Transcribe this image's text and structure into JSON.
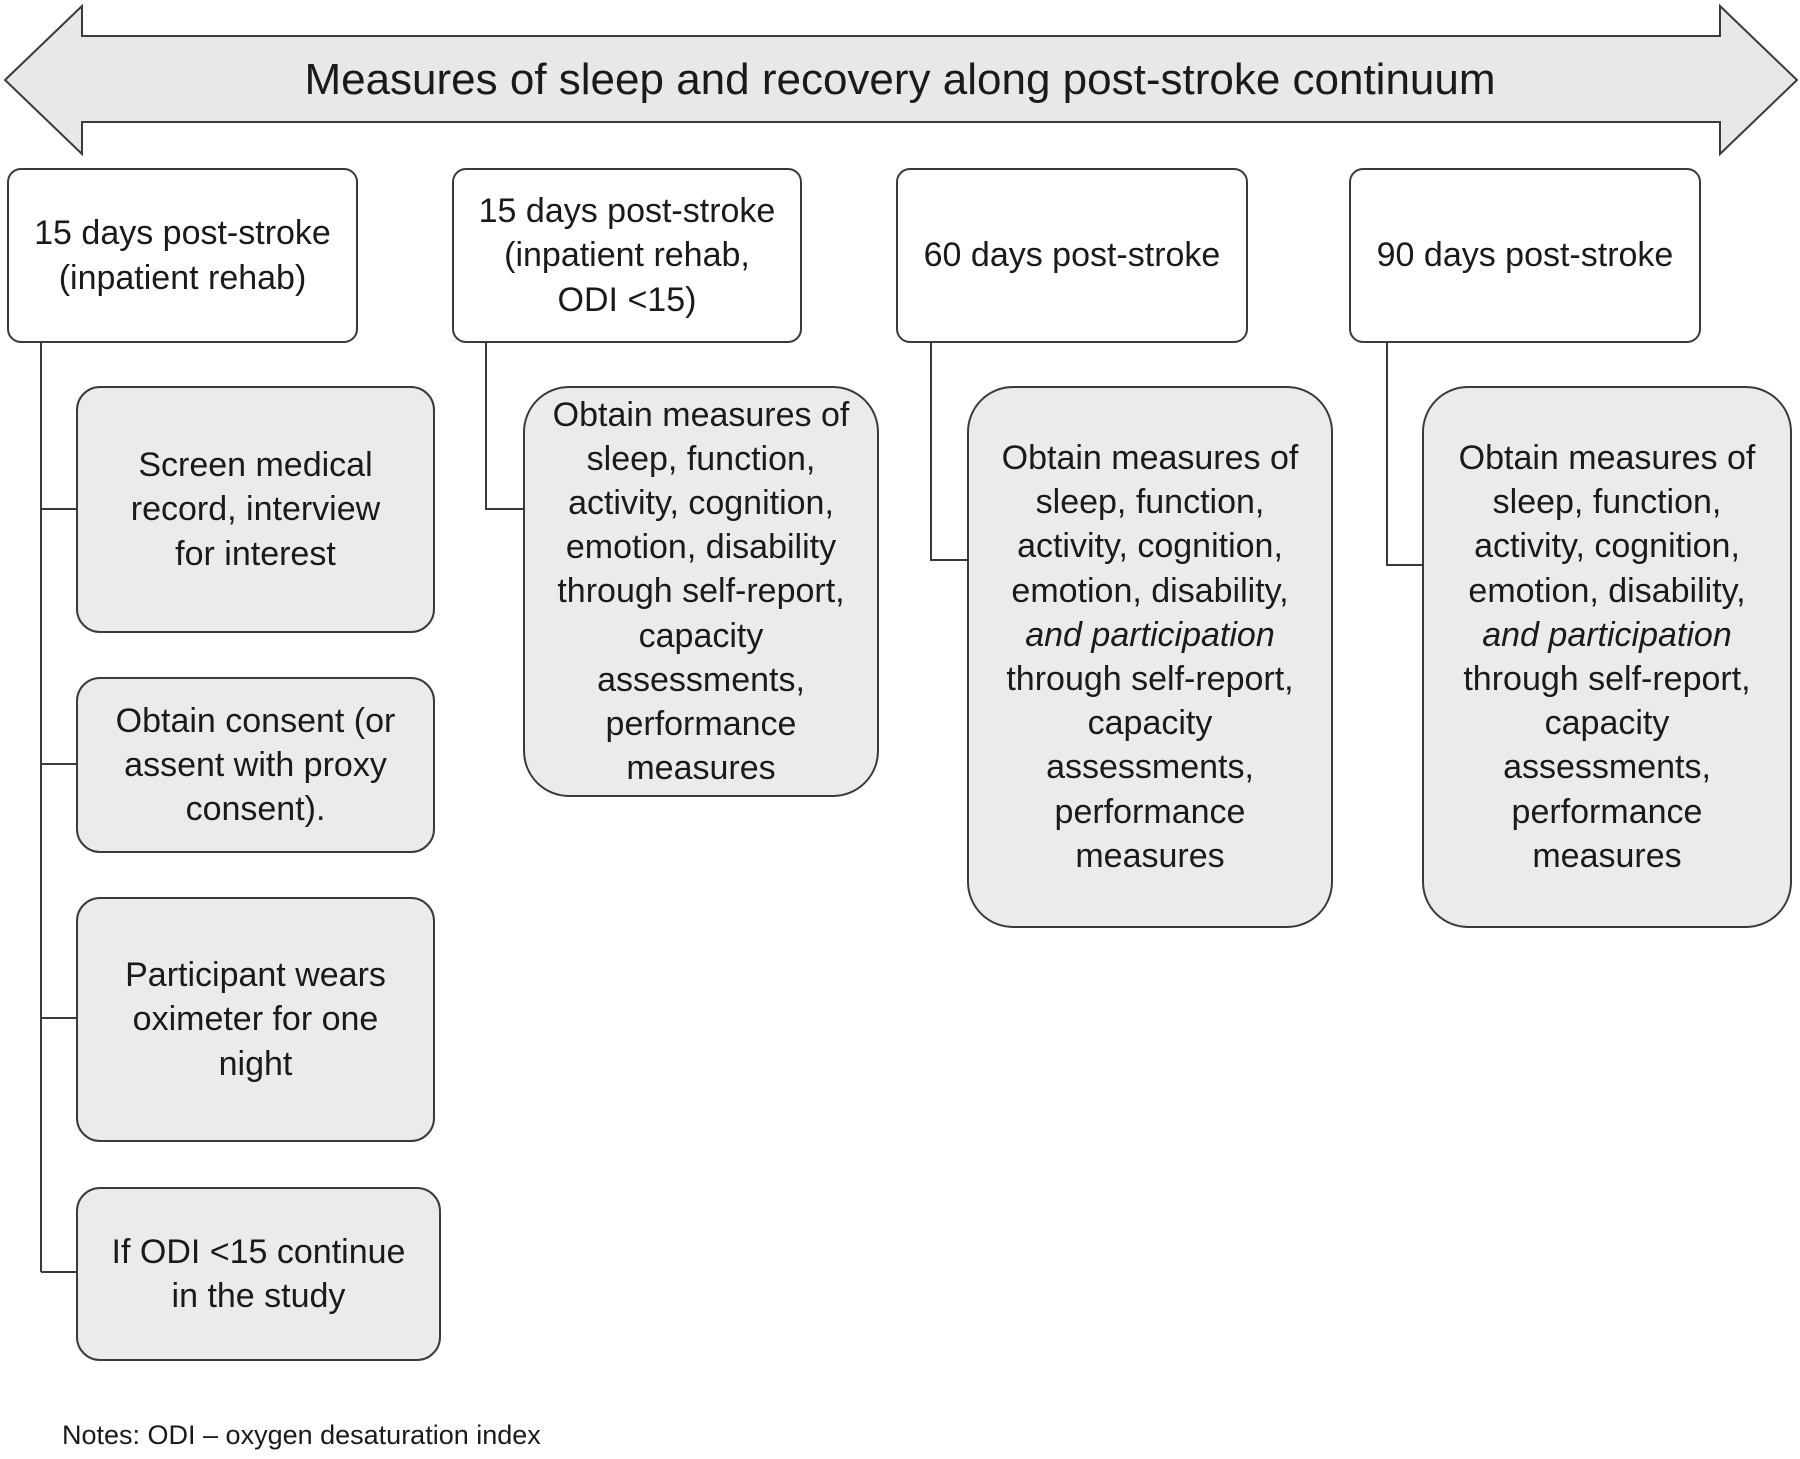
{
  "banner": {
    "title": "Measures of sleep and recovery along post-stroke continuum"
  },
  "columns": [
    {
      "header": [
        "15 days post-stroke",
        "(inpatient rehab)"
      ],
      "steps": [
        {
          "lines": [
            "Screen medical",
            "record, interview",
            "for interest"
          ]
        },
        {
          "lines": [
            "Obtain consent (or",
            "assent with proxy",
            "consent)."
          ]
        },
        {
          "lines": [
            "Participant wears",
            "oximeter for one",
            "night"
          ]
        },
        {
          "lines": [
            "If ODI <15 continue",
            "in the study"
          ]
        }
      ]
    },
    {
      "header": [
        "15 days post-stroke",
        "(inpatient rehab,",
        "ODI <15)"
      ],
      "steps": [
        {
          "lines": [
            "Obtain measures of",
            "sleep, function,",
            "activity, cognition,",
            "emotion, disability",
            "through self-report,",
            "capacity",
            "assessments,",
            "performance",
            "measures"
          ]
        }
      ]
    },
    {
      "header": [
        "60 days post-stroke"
      ],
      "steps": [
        {
          "lines": [
            "Obtain measures of",
            "sleep, function,",
            "activity,  cognition,",
            "emotion, disability,"
          ],
          "emphasis": "and participation",
          "after": [
            "through self-report,",
            "capacity",
            "assessments,",
            "performance",
            "measures"
          ]
        }
      ]
    },
    {
      "header": [
        "90 days post-stroke"
      ],
      "steps": [
        {
          "lines": [
            "Obtain measures of",
            "sleep, function,",
            "activity,  cognition,",
            "emotion, disability,"
          ],
          "emphasis": "and participation",
          "after": [
            "through self-report,",
            "capacity",
            "assessments,",
            "performance",
            "measures"
          ]
        }
      ]
    }
  ],
  "notes": "Notes:  ODI – oxygen desaturation index",
  "colors": {
    "banner_fill": "#e8e8e8",
    "step_fill": "#ebebeb",
    "border": "#3a3a3a"
  }
}
